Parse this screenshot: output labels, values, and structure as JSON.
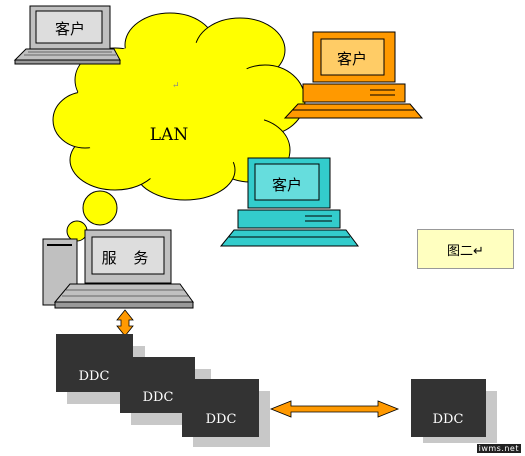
{
  "network": {
    "label": "LAN",
    "para_mark": "↵"
  },
  "clients": [
    {
      "label": "客户",
      "color": "#c0c0c0"
    },
    {
      "label": "客户",
      "color": "#ff9900"
    },
    {
      "label": "客户",
      "color": "#33cccc"
    }
  ],
  "server": {
    "label": "服 务",
    "color": "#c0c0c0"
  },
  "ddc_units": [
    {
      "label": "DDC"
    },
    {
      "label": "DDC"
    },
    {
      "label": "DDC"
    },
    {
      "label": "DDC"
    }
  ],
  "caption": {
    "text": "图二↵"
  },
  "watermark": {
    "text": "iwms.net"
  },
  "colors": {
    "cloud": "#ffff00",
    "arrow": "#ff9900",
    "ddc": "#333333",
    "ddc_shadow": "#c8c8c8"
  }
}
